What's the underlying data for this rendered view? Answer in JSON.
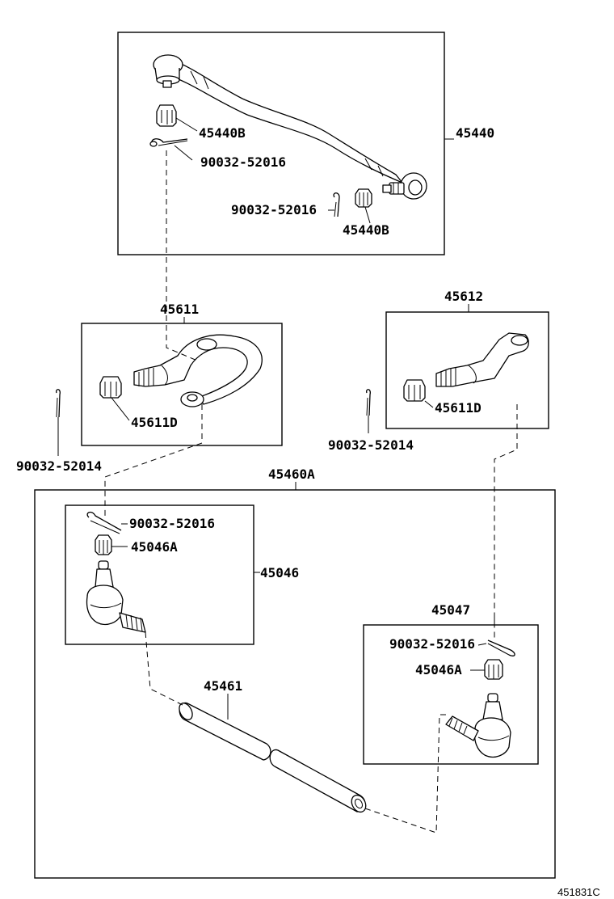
{
  "labels": {
    "drag_link": "45440",
    "drag_link_nut_top": "45440B",
    "drag_link_pin_top": "90032-52016",
    "drag_link_pin_bottom": "90032-52016",
    "drag_link_nut_bottom": "45440B",
    "knuckle_arm_left": "45611",
    "knuckle_arm_left_nut": "45611D",
    "knuckle_arm_right": "45612",
    "knuckle_arm_right_nut": "45611D",
    "pin_left": "90032-52014",
    "pin_right": "90032-52014",
    "tie_rod_assy": "45460A",
    "tie_rod_end_left": "45046",
    "tie_rod_end_left_pin": "90032-52016",
    "tie_rod_end_left_nut": "45046A",
    "tie_rod_end_right": "45047",
    "tie_rod_end_right_pin": "90032-52016",
    "tie_rod_end_right_nut": "45046A",
    "tube": "45461"
  },
  "figure_id": "451831C"
}
